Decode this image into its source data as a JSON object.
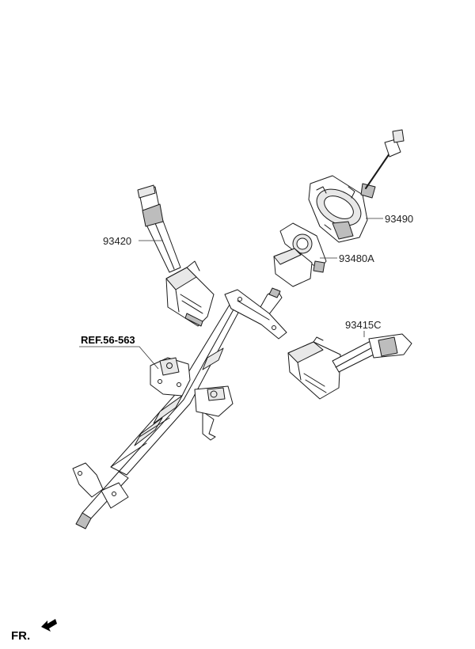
{
  "labels": {
    "part_93420": "93420",
    "part_93490": "93490",
    "part_93480A": "93480A",
    "part_93415C": "93415C",
    "ref": "REF.56-563",
    "direction": "FR."
  }
}
